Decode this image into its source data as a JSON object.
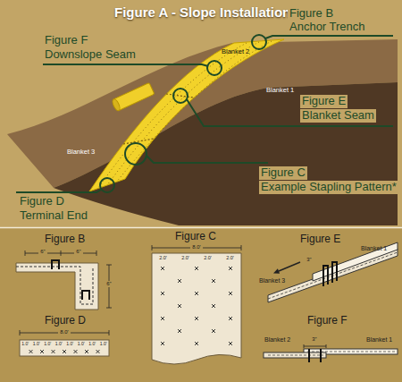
{
  "diagram": {
    "title": "Figure A - Slope Installation",
    "labels": [
      "Figure F",
      "Downslope Seam",
      "Figure B",
      "Anchor Trench",
      "Blanket 2",
      "Blanket 1",
      "Figure E",
      "Blanket Seam",
      "Blanket 3",
      "Figure C",
      "Example Stapling Pattern*",
      "Figure D",
      "Terminal End",
      "Figure B",
      "6\"",
      "6\"",
      "6\"",
      "Figure D",
      "8.0'",
      "1.0'",
      "1.0'",
      "1.0'",
      "1.0'",
      "1.0'",
      "1.0'",
      "1.0'",
      "1.0'",
      "Figure C",
      "8.0'",
      "2.0'",
      "2.0'",
      "2.0'",
      "2.0'",
      "Figure E",
      "Blanket 1",
      "3\"",
      "Blanket 3",
      "Figure F",
      "Blanket 2",
      "3\"",
      "Blanket 1"
    ]
  }
}
